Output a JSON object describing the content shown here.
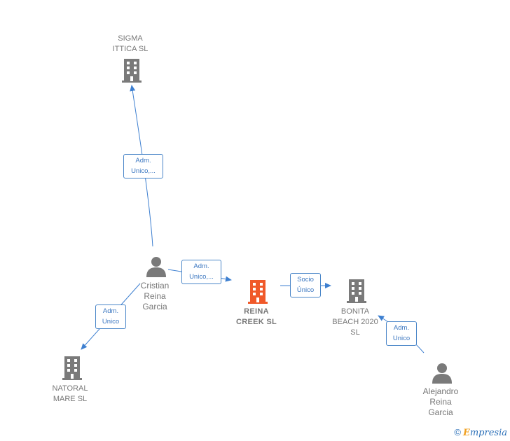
{
  "colors": {
    "edge": "#3d7fd0",
    "company": "#7a7a7a",
    "company_main": "#f0592a",
    "person": "#7a7a7a"
  },
  "nodes": {
    "sigma": {
      "icon": "building-icon",
      "line1": "SIGMA",
      "line2": "ITTICA SL"
    },
    "cristian": {
      "icon": "person-icon",
      "line1": "Cristian",
      "line2": "Reina",
      "line3": "Garcia"
    },
    "reina_creek": {
      "icon": "building-icon",
      "line1": "REINA",
      "line2": "CREEK  SL"
    },
    "bonita": {
      "icon": "building-icon",
      "line1": "BONITA",
      "line2": "BEACH 2020",
      "line3": "SL"
    },
    "natoral": {
      "icon": "building-icon",
      "line1": "NATORAL",
      "line2": "MARE  SL"
    },
    "alejandro": {
      "icon": "person-icon",
      "line1": "Alejandro",
      "line2": "Reina",
      "line3": "Garcia"
    }
  },
  "edges": {
    "cristian_sigma": {
      "line1": "Adm.",
      "line2": "Unico,..."
    },
    "cristian_reina": {
      "line1": "Adm.",
      "line2": "Unico,..."
    },
    "reina_bonita": {
      "line1": "Socio",
      "line2": "Único"
    },
    "cristian_natoral": {
      "line1": "Adm.",
      "line2": "Unico"
    },
    "alejandro_bonita": {
      "line1": "Adm.",
      "line2": "Unico"
    }
  },
  "watermark": {
    "copyright": "©",
    "brand_first": "E",
    "brand_rest": "mpresia"
  }
}
